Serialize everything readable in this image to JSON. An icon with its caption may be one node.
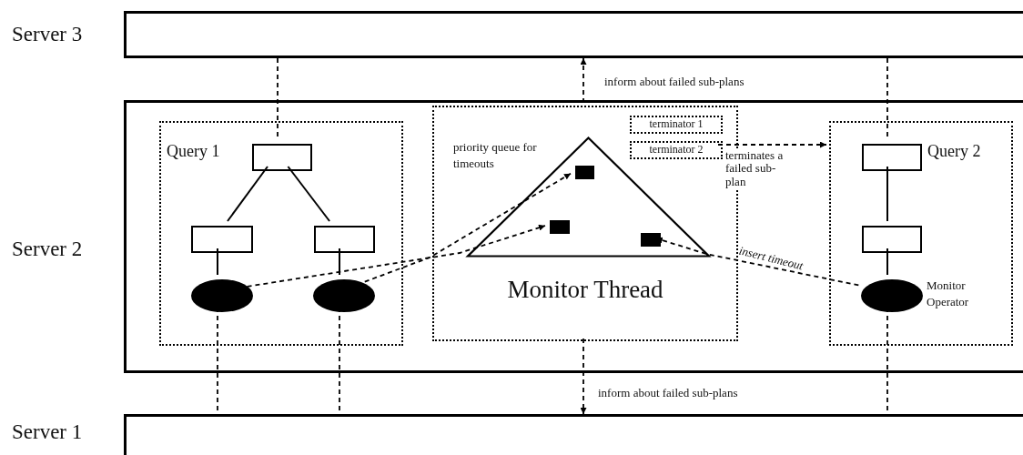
{
  "diagram": {
    "nodes": [
      {
        "text": [
          "Server 3"
        ]
      },
      {
        "text": [
          "Server 2"
        ]
      },
      {
        "text": [
          "Query 1"
        ],
        "in": 1
      },
      {
        "text": [],
        "shape": "box",
        "in": 2
      },
      {
        "text": [],
        "shape": "box",
        "in": 2
      },
      {
        "text": [],
        "shape": "box",
        "in": 2
      },
      {
        "text": [],
        "shape": "ellipse",
        "in": 2
      },
      {
        "text": [],
        "shape": "ellipse",
        "in": 2
      },
      {
        "text": [
          "Monitor Thread"
        ],
        "in": 1
      },
      {
        "text": [],
        "shape": "triangle",
        "in": 8,
        "beside": [
          "priority queue for timeouts"
        ]
      },
      {
        "text": [],
        "shape": "square",
        "in": 9
      },
      {
        "text": [],
        "shape": "square",
        "in": 9
      },
      {
        "text": [],
        "shape": "square",
        "in": 9
      },
      {
        "text": [
          "terminator 1"
        ],
        "in": 8
      },
      {
        "text": [
          "terminator 2"
        ],
        "in": 8
      },
      {
        "text": [
          "Query 2"
        ],
        "in": 1
      },
      {
        "text": [],
        "shape": "box",
        "in": 15
      },
      {
        "text": [],
        "shape": "box",
        "in": 15
      },
      {
        "text": [],
        "shape": "ellipse",
        "in": 15,
        "beside": [
          "Monitor Operator"
        ]
      },
      {
        "text": [
          "Server 1"
        ]
      }
    ],
    "edges": [
      {
        "from": 3,
        "to": 4,
        "arrow": "none"
      },
      {
        "from": 3,
        "to": 5,
        "arrow": "none"
      },
      {
        "from": 4,
        "to": 6,
        "arrow": "none"
      },
      {
        "from": 5,
        "to": 7,
        "arrow": "none"
      },
      {
        "from": 0,
        "to": 3,
        "arrow": "none",
        "style": "dashed"
      },
      {
        "from": 6,
        "to": 19,
        "arrow": "none",
        "style": "dashed"
      },
      {
        "from": 7,
        "to": 19,
        "arrow": "none",
        "style": "dashed"
      },
      {
        "from": 8,
        "to": 0,
        "arrow": "to",
        "style": "dashed",
        "label": "inform about failed sub-plans"
      },
      {
        "from": 8,
        "to": 19,
        "arrow": "to",
        "style": "dashed",
        "label": "inform about failed sub-plans"
      },
      {
        "from": 6,
        "to": 11,
        "arrow": "to",
        "style": "dashed"
      },
      {
        "from": 7,
        "to": 10,
        "arrow": "to",
        "style": "dashed"
      },
      {
        "from": 14,
        "to": 15,
        "arrow": "to",
        "style": "dashed",
        "label": "terminates a failed sub-plan"
      },
      {
        "from": 0,
        "to": 16,
        "arrow": "none",
        "style": "dashed"
      },
      {
        "from": 16,
        "to": 17,
        "arrow": "none"
      },
      {
        "from": 17,
        "to": 18,
        "arrow": "none"
      },
      {
        "from": 18,
        "to": 19,
        "arrow": "none",
        "style": "dashed"
      },
      {
        "from": 18,
        "to": 12,
        "arrow": "to",
        "style": "dashed",
        "label": "insert timeout"
      }
    ]
  }
}
